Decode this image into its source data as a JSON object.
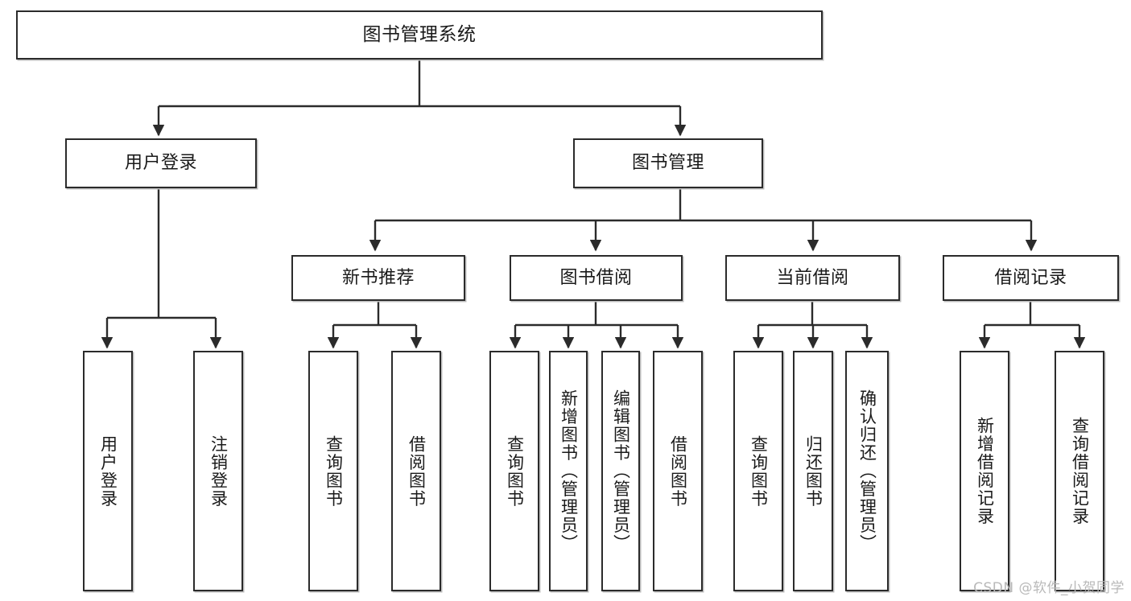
{
  "diagram": {
    "type": "tree-hierarchy-chart",
    "title": "图书管理系统",
    "watermark": "CSDN @软件_小贺同学",
    "colors": {
      "box_border": "#2b2b2b",
      "box_fill": "#ffffff",
      "connector": "#2b2b2b",
      "text": "#1a1a1a",
      "watermark": "#b9b9b9",
      "background": "#ffffff"
    },
    "levels": {
      "level0": [
        {
          "id": "root",
          "label": "图书管理系统",
          "orientation": "horizontal"
        }
      ],
      "level1": [
        {
          "id": "user-login",
          "label": "用户登录",
          "orientation": "horizontal"
        },
        {
          "id": "book-manage",
          "label": "图书管理",
          "orientation": "horizontal"
        }
      ],
      "level2": [
        {
          "id": "new-book-rec",
          "label": "新书推荐",
          "orientation": "horizontal",
          "parent": "book-manage"
        },
        {
          "id": "book-borrow",
          "label": "图书借阅",
          "orientation": "horizontal",
          "parent": "book-manage"
        },
        {
          "id": "current-borrow",
          "label": "当前借阅",
          "orientation": "horizontal",
          "parent": "book-manage"
        },
        {
          "id": "borrow-record",
          "label": "借阅记录",
          "orientation": "horizontal",
          "parent": "book-manage"
        }
      ],
      "level3": [
        {
          "id": "leaf-user-login",
          "label": "用户登录",
          "orientation": "vertical",
          "parent": "user-login"
        },
        {
          "id": "leaf-logout",
          "label": "注销登录",
          "orientation": "vertical",
          "parent": "user-login"
        },
        {
          "id": "leaf-query-book-a",
          "label": "查询图书",
          "orientation": "vertical",
          "parent": "new-book-rec"
        },
        {
          "id": "leaf-borrow-book-a",
          "label": "借阅图书",
          "orientation": "vertical",
          "parent": "new-book-rec"
        },
        {
          "id": "leaf-query-book-b",
          "label": "查询图书",
          "orientation": "vertical",
          "parent": "book-borrow"
        },
        {
          "id": "leaf-add-book",
          "label": "新增图书（管理员）",
          "orientation": "vertical",
          "parent": "book-borrow"
        },
        {
          "id": "leaf-edit-book",
          "label": "编辑图书（管理员）",
          "orientation": "vertical",
          "parent": "book-borrow"
        },
        {
          "id": "leaf-borrow-book-b",
          "label": "借阅图书",
          "orientation": "vertical",
          "parent": "book-borrow"
        },
        {
          "id": "leaf-query-book-c",
          "label": "查询图书",
          "orientation": "vertical",
          "parent": "current-borrow"
        },
        {
          "id": "leaf-return-book",
          "label": "归还图书",
          "orientation": "vertical",
          "parent": "current-borrow"
        },
        {
          "id": "leaf-confirm-return",
          "label": "确认归还（管理员）",
          "orientation": "vertical",
          "parent": "current-borrow"
        },
        {
          "id": "leaf-add-record",
          "label": "新增借阅记录",
          "orientation": "vertical",
          "parent": "borrow-record"
        },
        {
          "id": "leaf-query-record",
          "label": "查询借阅记录",
          "orientation": "vertical",
          "parent": "borrow-record"
        }
      ]
    }
  }
}
